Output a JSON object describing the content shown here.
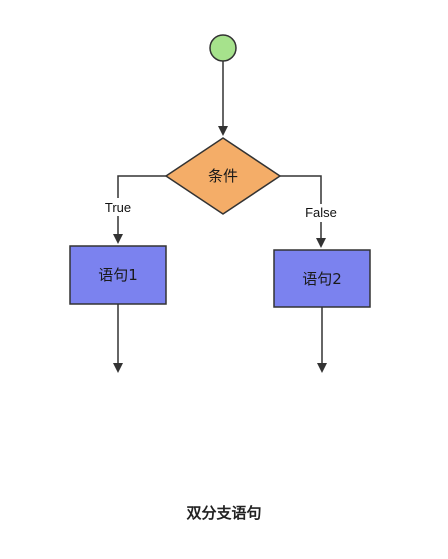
{
  "diagram": {
    "condition_label": "条件",
    "branch_true": {
      "edge_label": "True",
      "statement_label": "语句1"
    },
    "branch_false": {
      "edge_label": "False",
      "statement_label": "语句2"
    },
    "caption": "双分支语句"
  },
  "colors": {
    "start_fill": "#a6e28c",
    "condition_fill": "#f4ad68",
    "statement_fill": "#7b82ef",
    "stroke": "#333333"
  }
}
